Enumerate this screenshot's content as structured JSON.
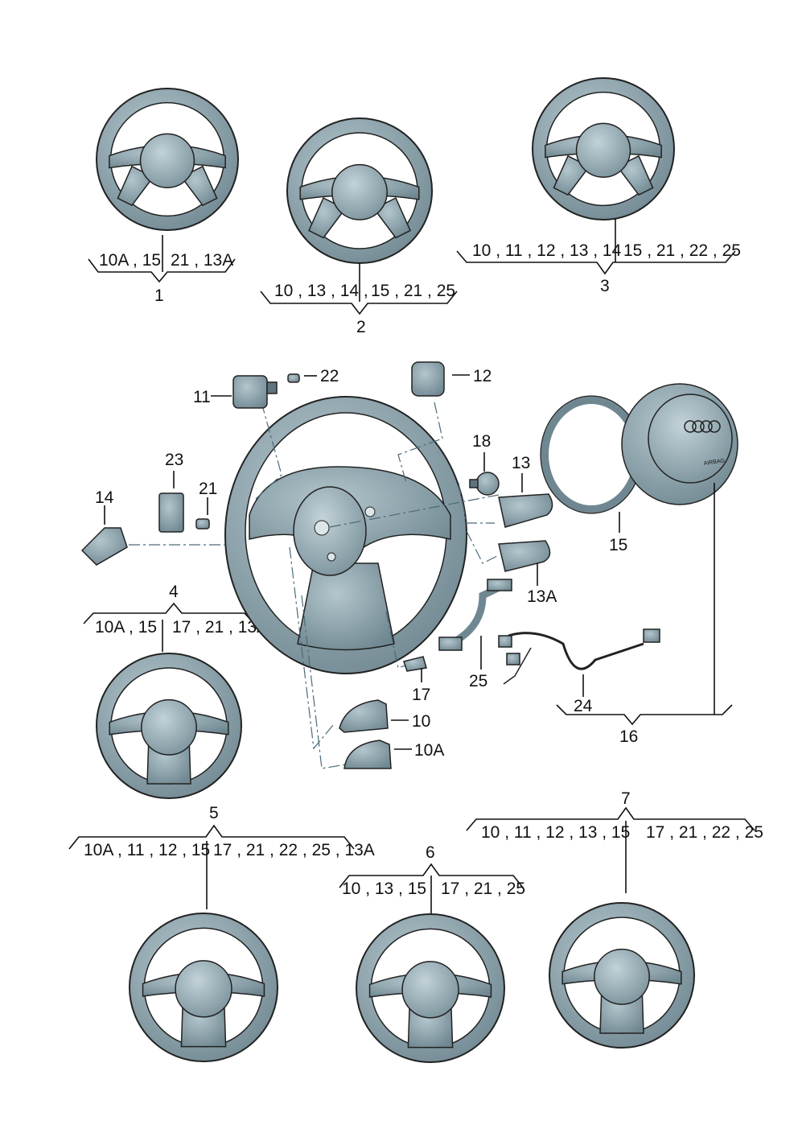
{
  "colors": {
    "part_fill": "#8fa5ae",
    "line": "#111111"
  },
  "groups": [
    {
      "number": "1",
      "left": "10A , 15",
      "right": "21 , 13A"
    },
    {
      "number": "2",
      "left": "10 , 13 , 14 ,",
      "right": "15 , 21 , 25"
    },
    {
      "number": "3",
      "left": "10 , 11 , 12 , 13 , 14",
      "right": "15 , 21 , 22 , 25"
    },
    {
      "number": "4",
      "left": "10A , 15",
      "right": "17 , 21 , 13A"
    },
    {
      "number": "5",
      "left": "10A , 11 , 12 , 15",
      "right": "17 , 21 , 22 , 25 , 13A"
    },
    {
      "number": "6",
      "left": "10 , 13 , 15",
      "right": "17 , 21 , 25"
    },
    {
      "number": "7",
      "left": "10 , 11 , 12 , 13 , 15",
      "right": "17 , 21 , 22 , 25"
    }
  ],
  "callouts": {
    "p10": "10",
    "p10A": "10A",
    "p11": "11",
    "p12": "12",
    "p13": "13",
    "p13A": "13A",
    "p14": "14",
    "p15": "15",
    "p16": "16",
    "p17": "17",
    "p18": "18",
    "p21": "21",
    "p22": "22",
    "p23": "23",
    "p24": "24",
    "p25": "25"
  },
  "airbag_text": "AIRBAG"
}
